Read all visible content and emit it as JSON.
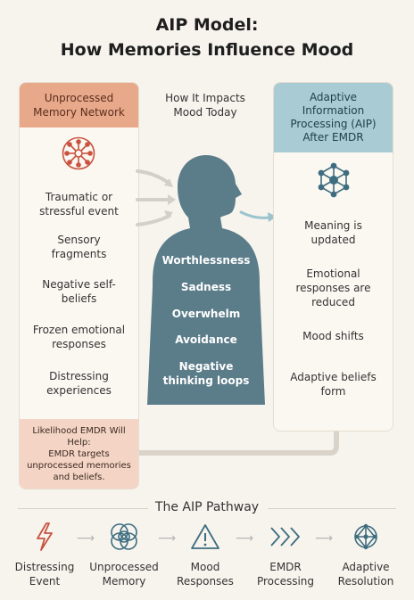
{
  "title": {
    "line1": "AIP Model:",
    "line2": "How Memories Influence Mood"
  },
  "left": {
    "header": [
      "Unprocessed",
      "Memory Network"
    ],
    "items": [
      "Traumatic or stressful event",
      "Sensory fragments",
      "Negative self-beliefs",
      "Frozen emotional responses",
      "Distressing experiences"
    ],
    "footer": [
      "Likelihood EMDR Will",
      "Help:",
      "EMDR targets",
      "unprocessed memories",
      "and beliefs."
    ]
  },
  "middle": {
    "header": [
      "How It Impacts",
      "Mood Today"
    ],
    "labels": [
      "Worthlessness",
      "Sadness",
      "Overwhelm",
      "Avoidance",
      "Negative",
      "thinking loops"
    ]
  },
  "right": {
    "header": [
      "Adaptive",
      "Information",
      "Processing (AIP)",
      "After EMDR"
    ],
    "items": [
      "Meaning is updated",
      "Emotional responses are reduced",
      "Mood shifts",
      "Adaptive beliefs form"
    ]
  },
  "pathway": {
    "title": "The AIP Pathway",
    "steps": [
      {
        "label": [
          "Distressing",
          "Event"
        ],
        "icon": "lightning-icon"
      },
      {
        "label": [
          "Unprocessed",
          "Memory"
        ],
        "icon": "tangled-circles-icon"
      },
      {
        "label": [
          "Mood",
          "Responses"
        ],
        "icon": "warning-icon"
      },
      {
        "label": [
          "EMDR",
          "Processing"
        ],
        "icon": "chevrons-icon"
      },
      {
        "label": [
          "Adaptive",
          "Resolution"
        ],
        "icon": "network-icon"
      }
    ]
  },
  "colors": {
    "left_header": "#e8a88a",
    "left_footer": "#f4d4c4",
    "right_header": "#a9ccd4",
    "figure": "#5b7c89",
    "accent_red": "#c9533f",
    "accent_teal": "#3e6d80"
  }
}
